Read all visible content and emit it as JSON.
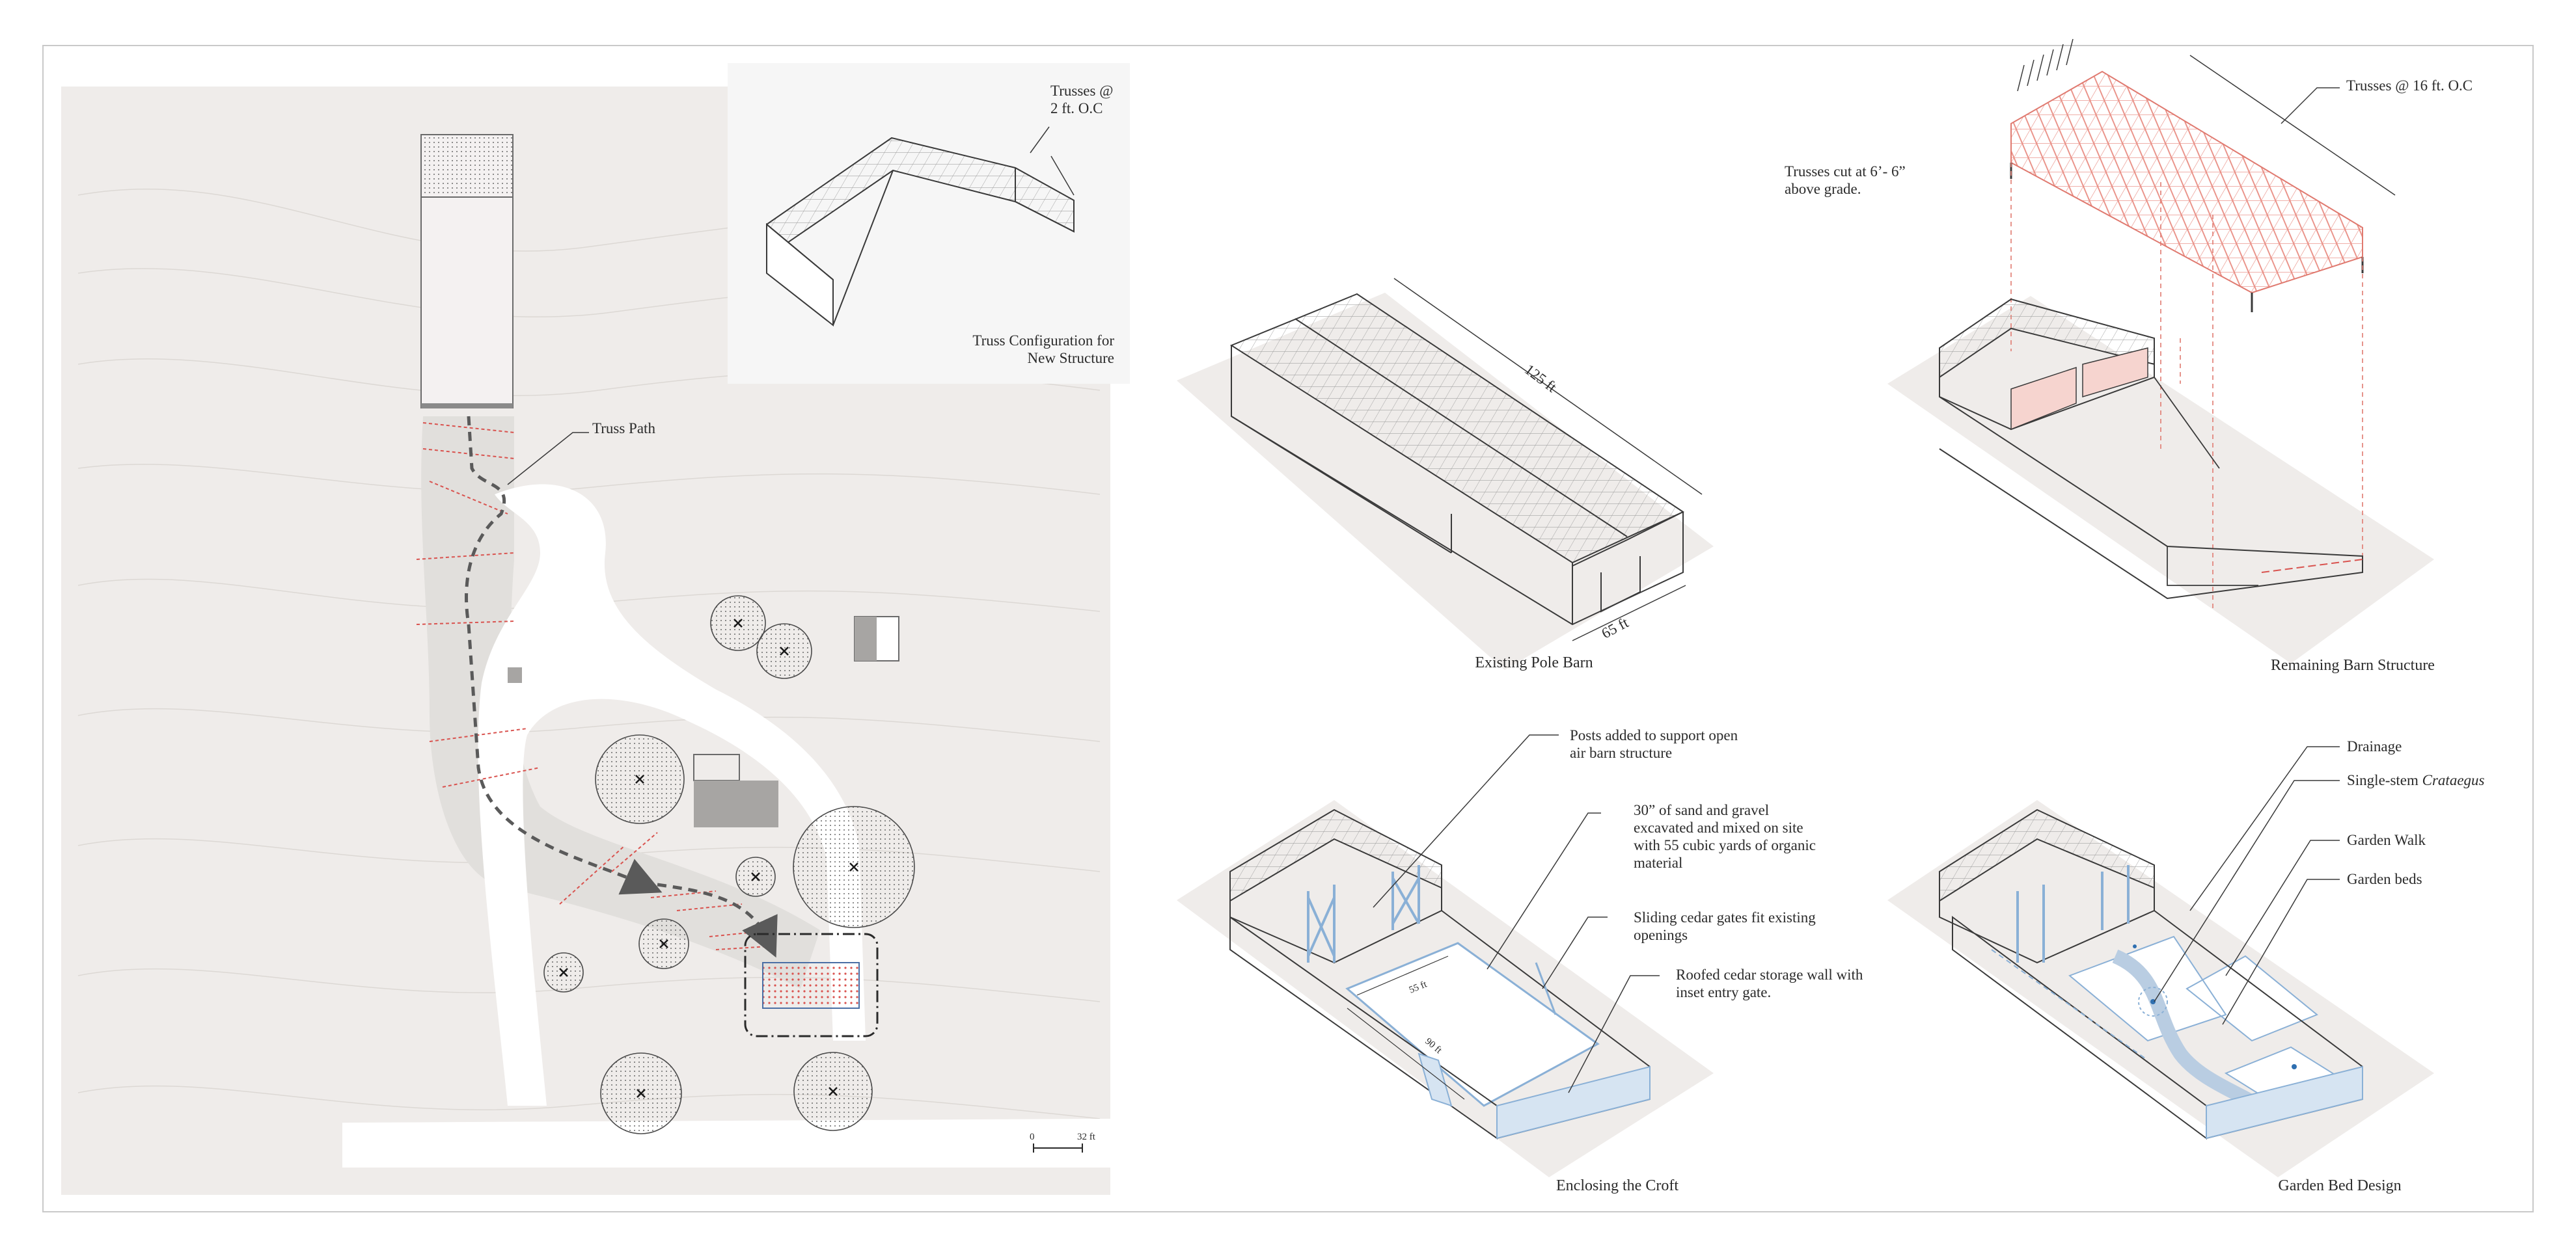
{
  "site_plan": {
    "truss_path_label": "Truss Path",
    "inset_label_truss_spacing": "Trusses @\n2 ft. O.C",
    "inset_caption": "Truss Configuration for\nNew Structure",
    "scale_zero": "0",
    "scale_end": "32 ft"
  },
  "panel_existing": {
    "caption": "Existing Pole Barn",
    "length_label": "125 ft",
    "width_label": "65 ft"
  },
  "panel_remaining": {
    "caption": "Remaining Barn Structure",
    "trusses_label": "Trusses @ 16 ft. O.C",
    "trusses_cut_label": "Trusses cut at 6’- 6”\nabove grade."
  },
  "panel_enclosing": {
    "caption": "Enclosing the Croft",
    "posts_label": "Posts added to support open\nair barn structure",
    "sand_label": "30” of sand and gravel\nexcavated and mixed on site\nwith 55 cubic yards of organic\nmaterial",
    "gates_label": "Sliding cedar gates fit existing\nopenings",
    "storage_label": "Roofed cedar storage wall with\ninset entry gate.",
    "dim_55": "55 ft",
    "dim_90": "90 ft"
  },
  "panel_garden": {
    "caption": "Garden Bed Design",
    "drainage_label": "Drainage",
    "crataegus_prefix": "Single-stem ",
    "crataegus_name": "Crataegus",
    "walk_label": "Garden Walk",
    "beds_label": "Garden beds"
  },
  "colors": {
    "ground": "#efecea",
    "line": "#3a3a3a",
    "truss_red": "#e88a80",
    "blue_accent": "#8ab0d6"
  }
}
